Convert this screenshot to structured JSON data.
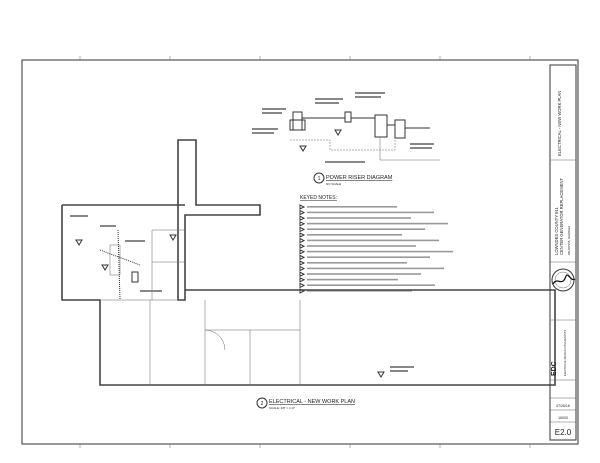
{
  "drawing": {
    "riser_title": "POWER RISER DIAGRAM",
    "riser_scale": "NO SCALE",
    "keyed_notes_title": "KEYED NOTES:",
    "keyed_notes_count": 16,
    "plan_title": "ELECTRICAL - NEW WORK PLAN",
    "plan_scale": "SCALE: 1/8\" = 1'-0\"",
    "riser_number": "1",
    "plan_number": "2"
  },
  "title_block": {
    "sheet_title": "ELECTRICAL - NEW WORK PLAN",
    "project_line1": "LOWNDES COUNTY 911",
    "project_line2": "CENTER GENERATOR REPLACEMENT",
    "location": "VALDOSTA, GEORGIA",
    "firm": "EDC",
    "firm_name": "ELECTRICAL DESIGN CONSULTANTS",
    "date": "07/26/16",
    "project_number": "16003",
    "sheet_number": "E2.0"
  }
}
